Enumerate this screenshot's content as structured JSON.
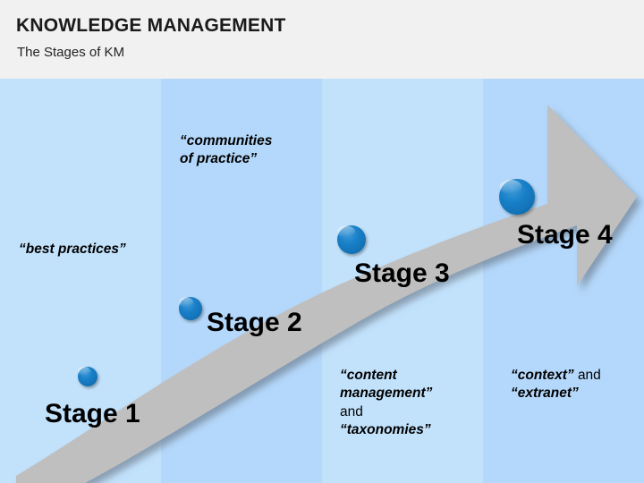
{
  "header": {
    "title": "KNOWLEDGE MANAGEMENT",
    "subtitle": "The Stages of KM",
    "background": "#f1f1f1"
  },
  "bands": [
    {
      "name": "band-stage-1",
      "color": "#c2e2fc"
    },
    {
      "name": "band-stage-2",
      "color": "#b4d8fb"
    },
    {
      "name": "band-stage-3",
      "color": "#c2e2fc"
    },
    {
      "name": "band-stage-4",
      "color": "#b4d8fb"
    }
  ],
  "arrow": {
    "fill": "#bfbfbf",
    "shadow": "#7d8794",
    "direction": "up-right"
  },
  "stages": [
    {
      "label": "Stage 1",
      "dot_color": "#1478c4",
      "dot_radius": 11
    },
    {
      "label": "Stage 2",
      "dot_color": "#1478c4",
      "dot_radius": 13
    },
    {
      "label": "Stage 3",
      "dot_color": "#1478c4",
      "dot_radius": 16
    },
    {
      "label": "Stage 4",
      "dot_color": "#1478c4",
      "dot_radius": 20
    }
  ],
  "callouts": {
    "best_practices": "“best practices”",
    "communities_line1": "“communities",
    "communities_line2": "of practice”",
    "content_line1": "“content",
    "content_line2": "management”",
    "content_line3": "and",
    "content_line4": "“taxonomies”",
    "context_line1_quoted": "“context”",
    "context_line1_plain": "and",
    "context_line2": "“extranet”"
  }
}
